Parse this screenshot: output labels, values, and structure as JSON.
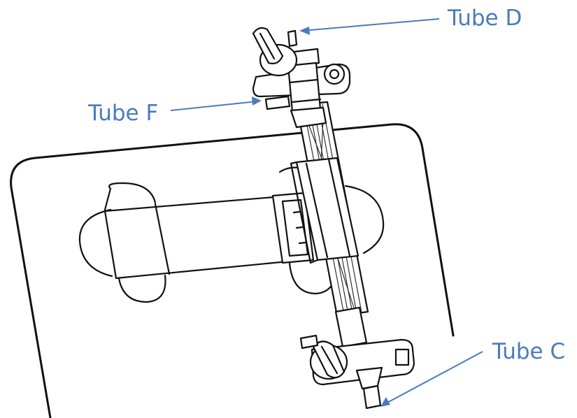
{
  "labels": {
    "tube_d": "Tube D",
    "tube_f": "Tube F",
    "tube_c": "Tube C"
  },
  "colors": {
    "callout": "#4a7bbd",
    "line_art": "#111111",
    "background": "#ffffff"
  }
}
